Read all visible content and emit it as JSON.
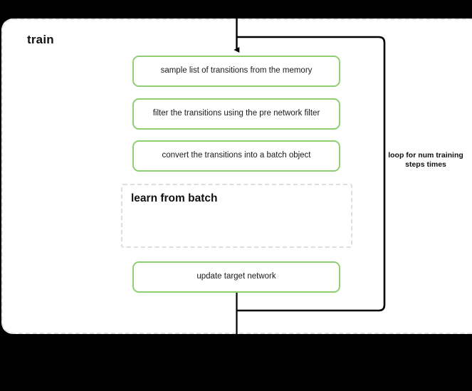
{
  "diagram": {
    "title": "train",
    "background_color": "#000000",
    "container": {
      "name": "train-block",
      "border_style": "dashed",
      "border_color": "#e2e2e2",
      "fill_color": "#ffffff"
    },
    "accent_color": "#8fcf72",
    "line_color": "#000000",
    "steps": [
      {
        "id": "sample",
        "label": "sample list of transitions from the memory"
      },
      {
        "id": "filter",
        "label": "filter the transitions using the pre network filter"
      },
      {
        "id": "convert",
        "label": "convert the transitions into a batch object"
      },
      {
        "id": "update",
        "label": "update target network"
      }
    ],
    "subblock": {
      "id": "learn-from-batch",
      "title": "learn from batch",
      "border_style": "dashed",
      "border_color": "#dedede"
    },
    "loop": {
      "id": "training-loop",
      "label": "loop for num training steps times"
    }
  }
}
